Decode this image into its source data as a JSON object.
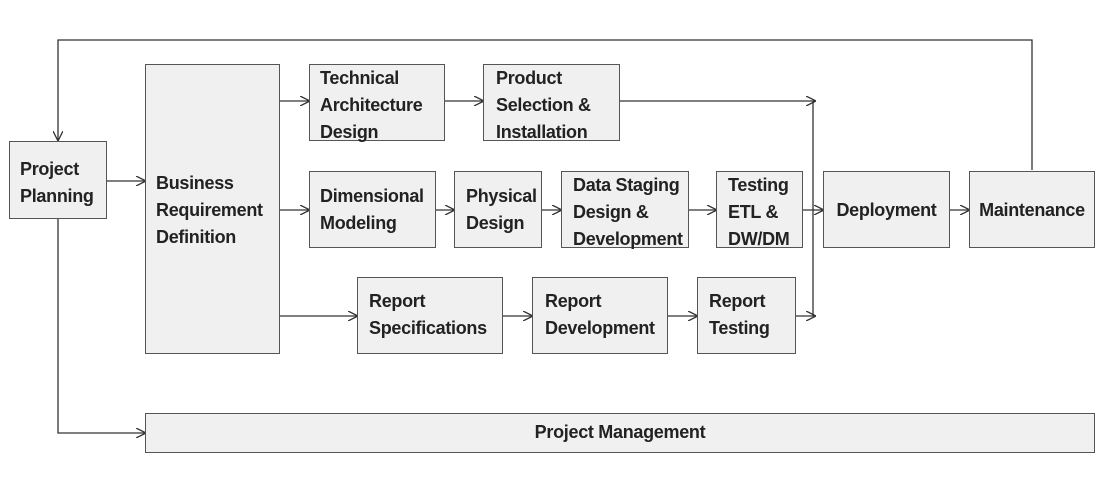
{
  "colors": {
    "box_fill": "#f0f0f0",
    "box_border": "#555555",
    "line": "#333333",
    "text": "#222222"
  },
  "nodes": {
    "project_planning": "Project\nPlanning",
    "business_requirement_definition": "Business\nRequirement\nDefinition",
    "technical_architecture_design": "Technical\nArchitecture\nDesign",
    "product_selection_installation": "Product\nSelection &\nInstallation",
    "dimensional_modeling": "Dimensional\nModeling",
    "physical_design": "Physical\nDesign",
    "data_staging": "Data Staging\nDesign &\nDevelopment",
    "testing_etl": "Testing\nETL &\nDW/DM",
    "deployment": "Deployment",
    "maintenance": "Maintenance",
    "report_specifications": "Report\nSpecifications",
    "report_development": "Report\nDevelopment",
    "report_testing": "Report\nTesting",
    "project_management": "Project Management"
  }
}
